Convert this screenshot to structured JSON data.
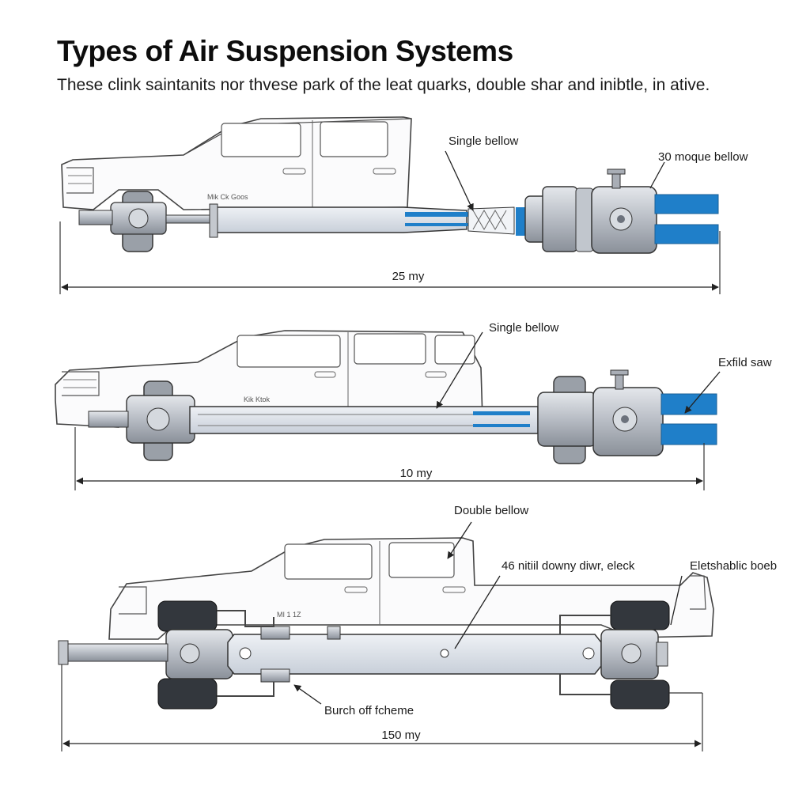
{
  "header": {
    "title": "Types of Air Suspension Systems",
    "subtitle": "These clink saintanits nor thvese park of the leat quarks, double shar and inibtle, in ative."
  },
  "diagrams": [
    {
      "callouts": [
        "Single bellow",
        "30 moque bellow"
      ],
      "dimension": "25 my",
      "side_text": "Mik Ck Goos"
    },
    {
      "callouts": [
        "Single bellow",
        "Exfild saw"
      ],
      "dimension": "10 my",
      "side_text": "Kik Ktok"
    },
    {
      "callouts": [
        "Double bellow",
        "46 nitiil downy diwr, eleck",
        "Eletshablic boeb",
        "Burch off fcheme"
      ],
      "dimension": "150 my",
      "side_text": "MI 1 1Z"
    }
  ],
  "colors": {
    "line": "#3a3f47",
    "metal": "#b9bec6",
    "metal_dark": "#6c727c",
    "accent_blue": "#1f7fc9",
    "tire": "#2b2e33"
  }
}
